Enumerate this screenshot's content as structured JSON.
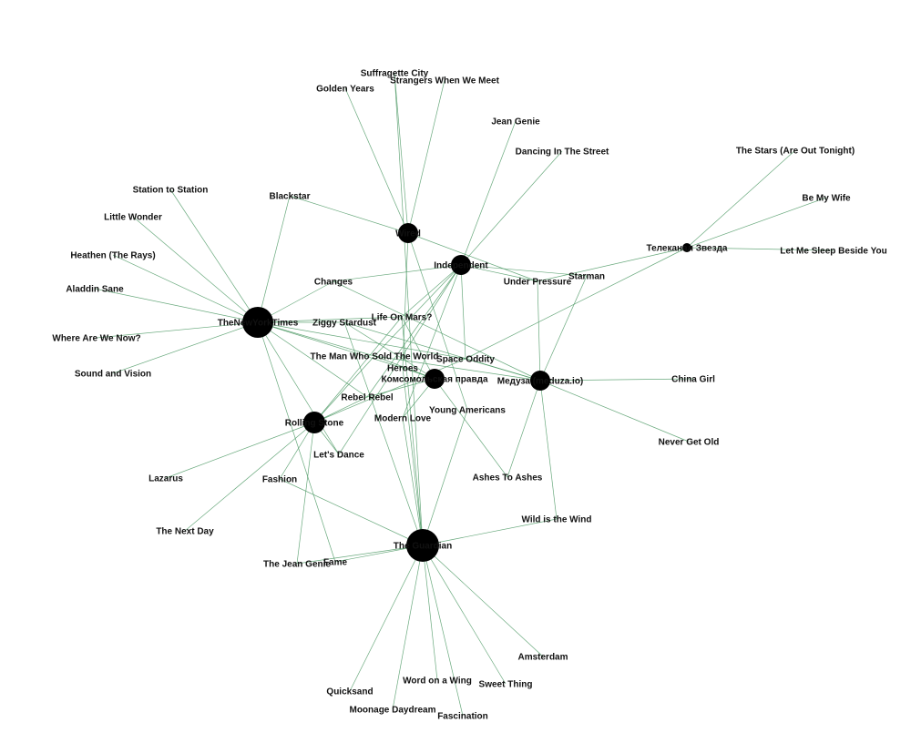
{
  "graph": {
    "hubs": [
      {
        "id": "nytimes",
        "label": "TheNewYorkTimes",
        "weight": 5
      },
      {
        "id": "guardian",
        "label": "The Guardian",
        "weight": 5
      },
      {
        "id": "wired",
        "label": "Wired",
        "weight": 3
      },
      {
        "id": "independent",
        "label": "Independent",
        "weight": 3
      },
      {
        "id": "kp",
        "label": "Комсомольская правда",
        "weight": 3
      },
      {
        "id": "meduza",
        "label": "Медуза (meduza.io)",
        "weight": 3
      },
      {
        "id": "rollingstone",
        "label": "Rolling Stone",
        "weight": 3
      },
      {
        "id": "zvezda",
        "label": "Телеканал Звезда",
        "weight": 1
      }
    ],
    "songs": [
      {
        "id": "s1",
        "label": "Suffragette City"
      },
      {
        "id": "s2",
        "label": "Strangers When We Meet"
      },
      {
        "id": "s3",
        "label": "Golden Years"
      },
      {
        "id": "s4",
        "label": "Jean Genie"
      },
      {
        "id": "s5",
        "label": "Dancing In The Street"
      },
      {
        "id": "s6",
        "label": "The Stars (Are Out Tonight)"
      },
      {
        "id": "s7",
        "label": "Be My Wife"
      },
      {
        "id": "s8",
        "label": "Let Me Sleep Beside You"
      },
      {
        "id": "s9",
        "label": "Station to Station"
      },
      {
        "id": "s10",
        "label": "Blackstar"
      },
      {
        "id": "s11",
        "label": "Little Wonder"
      },
      {
        "id": "s12",
        "label": "Heathen (The Rays)"
      },
      {
        "id": "s13",
        "label": "Aladdin Sane"
      },
      {
        "id": "s14",
        "label": "Where Are We Now?"
      },
      {
        "id": "s15",
        "label": "Sound and Vision"
      },
      {
        "id": "s16",
        "label": "Changes"
      },
      {
        "id": "s17",
        "label": "Under Pressure"
      },
      {
        "id": "s18",
        "label": "Starman"
      },
      {
        "id": "s19",
        "label": "Ziggy Stardust"
      },
      {
        "id": "s20",
        "label": "Life On Mars?"
      },
      {
        "id": "s21",
        "label": "The Man Who Sold The World"
      },
      {
        "id": "s22",
        "label": "Space Oddity"
      },
      {
        "id": "s23",
        "label": "Heroes"
      },
      {
        "id": "s24",
        "label": "China Girl"
      },
      {
        "id": "s25",
        "label": "Rebel Rebel"
      },
      {
        "id": "s26",
        "label": "Young Americans"
      },
      {
        "id": "s27",
        "label": "Modern Love"
      },
      {
        "id": "s28",
        "label": "Never Get Old"
      },
      {
        "id": "s29",
        "label": "Let's Dance"
      },
      {
        "id": "s30",
        "label": "Lazarus"
      },
      {
        "id": "s31",
        "label": "Fashion"
      },
      {
        "id": "s32",
        "label": "Ashes To Ashes"
      },
      {
        "id": "s33",
        "label": "The Next Day"
      },
      {
        "id": "s34",
        "label": "Wild is the Wind"
      },
      {
        "id": "s35",
        "label": "The Jean Genie"
      },
      {
        "id": "s36",
        "label": "Fame"
      },
      {
        "id": "s37",
        "label": "Amsterdam"
      },
      {
        "id": "s38",
        "label": "Word on a Wing"
      },
      {
        "id": "s39",
        "label": "Sweet Thing"
      },
      {
        "id": "s40",
        "label": "Quicksand"
      },
      {
        "id": "s41",
        "label": "Moonage Daydream"
      },
      {
        "id": "s42",
        "label": "Fascination"
      }
    ],
    "edges": [
      [
        "nytimes",
        "s9"
      ],
      [
        "nytimes",
        "s10"
      ],
      [
        "nytimes",
        "s11"
      ],
      [
        "nytimes",
        "s12"
      ],
      [
        "nytimes",
        "s13"
      ],
      [
        "nytimes",
        "s14"
      ],
      [
        "nytimes",
        "s15"
      ],
      [
        "nytimes",
        "s16"
      ],
      [
        "nytimes",
        "s19"
      ],
      [
        "nytimes",
        "s21"
      ],
      [
        "nytimes",
        "s23"
      ],
      [
        "nytimes",
        "s25"
      ],
      [
        "nytimes",
        "s29"
      ],
      [
        "nytimes",
        "s36"
      ],
      [
        "nytimes",
        "s22"
      ],
      [
        "nytimes",
        "s20"
      ],
      [
        "wired",
        "s1"
      ],
      [
        "wired",
        "s2"
      ],
      [
        "wired",
        "s3"
      ],
      [
        "wired",
        "s10"
      ],
      [
        "wired",
        "s17"
      ],
      [
        "wired",
        "s23"
      ],
      [
        "wired",
        "s26"
      ],
      [
        "independent",
        "s4"
      ],
      [
        "independent",
        "s5"
      ],
      [
        "independent",
        "s16"
      ],
      [
        "independent",
        "s17"
      ],
      [
        "independent",
        "s18"
      ],
      [
        "independent",
        "s20"
      ],
      [
        "independent",
        "s22"
      ],
      [
        "independent",
        "s25"
      ],
      [
        "independent",
        "s27"
      ],
      [
        "independent",
        "s29"
      ],
      [
        "independent",
        "s21"
      ],
      [
        "zvezda",
        "s6"
      ],
      [
        "zvezda",
        "s7"
      ],
      [
        "zvezda",
        "s8"
      ],
      [
        "zvezda",
        "s17"
      ],
      [
        "zvezda",
        "s22"
      ],
      [
        "meduza",
        "s24"
      ],
      [
        "meduza",
        "s28"
      ],
      [
        "meduza",
        "s18"
      ],
      [
        "meduza",
        "s16"
      ],
      [
        "meduza",
        "s19"
      ],
      [
        "meduza",
        "s22"
      ],
      [
        "meduza",
        "s32"
      ],
      [
        "meduza",
        "s34"
      ],
      [
        "meduza",
        "s17"
      ],
      [
        "meduza",
        "s21"
      ],
      [
        "kp",
        "s20"
      ],
      [
        "kp",
        "s23"
      ],
      [
        "kp",
        "s25"
      ],
      [
        "kp",
        "s27"
      ],
      [
        "kp",
        "s32"
      ],
      [
        "kp",
        "s21"
      ],
      [
        "kp",
        "s19"
      ],
      [
        "rollingstone",
        "s30"
      ],
      [
        "rollingstone",
        "s31"
      ],
      [
        "rollingstone",
        "s33"
      ],
      [
        "rollingstone",
        "s35"
      ],
      [
        "rollingstone",
        "s25"
      ],
      [
        "rollingstone",
        "s29"
      ],
      [
        "rollingstone",
        "s20"
      ],
      [
        "rollingstone",
        "s21"
      ],
      [
        "rollingstone",
        "s22"
      ],
      [
        "guardian",
        "s37"
      ],
      [
        "guardian",
        "s38"
      ],
      [
        "guardian",
        "s39"
      ],
      [
        "guardian",
        "s40"
      ],
      [
        "guardian",
        "s41"
      ],
      [
        "guardian",
        "s42"
      ],
      [
        "guardian",
        "s34"
      ],
      [
        "guardian",
        "s36"
      ],
      [
        "guardian",
        "s35"
      ],
      [
        "guardian",
        "s31"
      ],
      [
        "guardian",
        "s23"
      ],
      [
        "guardian",
        "s19"
      ],
      [
        "guardian",
        "s26"
      ],
      [
        "guardian",
        "s27"
      ],
      [
        "guardian",
        "s1"
      ],
      [
        "guardian",
        "s20"
      ]
    ]
  }
}
